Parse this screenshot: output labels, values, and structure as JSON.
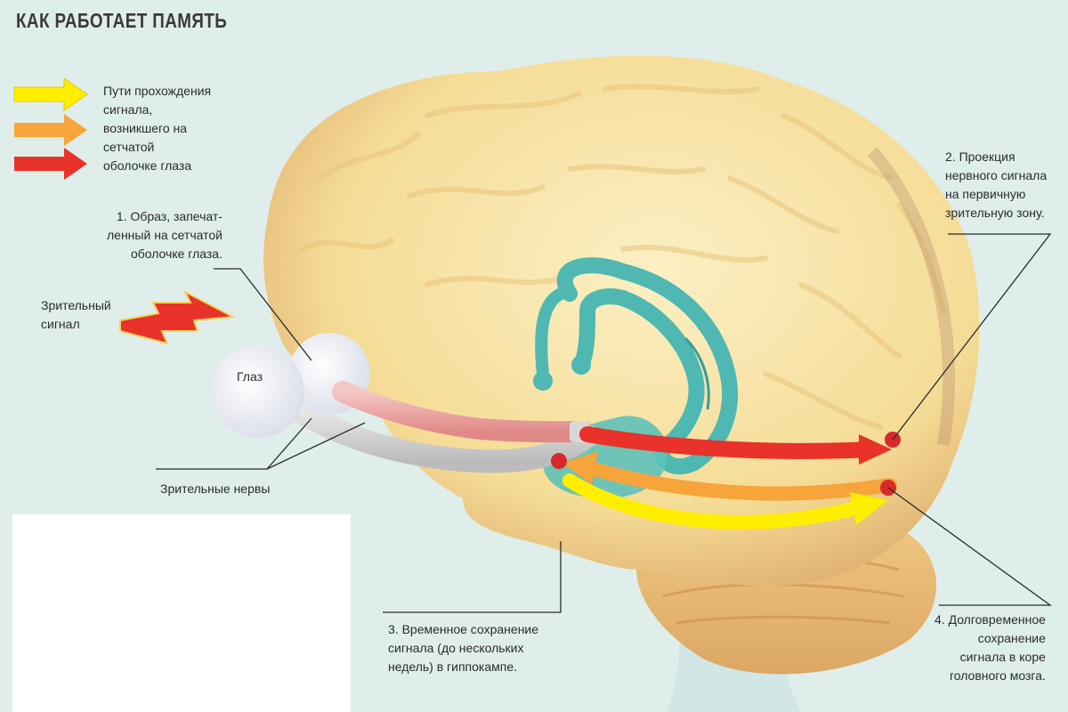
{
  "title": "КАК РАБОТАЕТ ПАМЯТЬ",
  "legend": {
    "text": "Пути прохождения\nсигнала,\nвозникшего на\nсетчатой\nоболочке глаза",
    "arrow_colors": [
      "#ffee00",
      "#f7a43a",
      "#e8322a"
    ]
  },
  "labels": {
    "visual_signal": "Зрительный\nсигнал",
    "eye": "Глаз",
    "optic_nerves": "Зрительные нервы",
    "step1": "1. Образ, запечат-\nленный на сетчатой\nоболочке глаза.",
    "step2": "2. Проекция\nнервного сигнала\nна первичную\nзрительную зону.",
    "step3": "3. Временное сохранение\nсигнала (до нескольких\nнедель) в гиппокампе.",
    "step4": "4. Долговременное\nсохранение\nсигнала в коре\nголовного мозга."
  },
  "colors": {
    "brain": "#f6dfa0",
    "hippocampus": "#4fb8b2",
    "signal_red": "#e8322a",
    "signal_orange": "#f7a43a",
    "signal_yellow": "#ffee00"
  }
}
